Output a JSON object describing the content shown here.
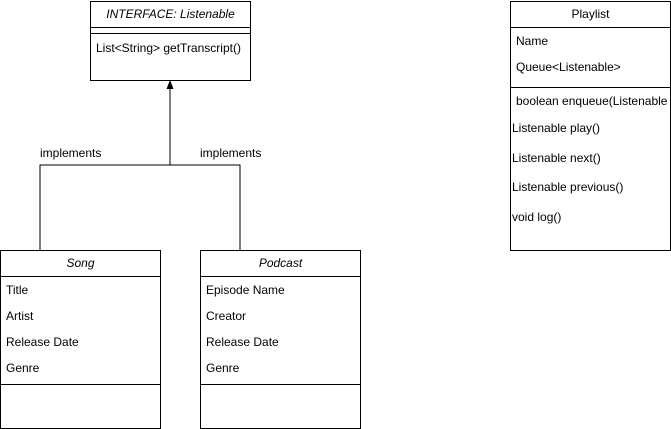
{
  "interface": {
    "title": "INTERFACE: Listenable",
    "methods": [
      "List<String> getTranscript()"
    ]
  },
  "playlist": {
    "title": "Playlist",
    "attributes": [
      "Name",
      "Queue<Listenable>"
    ],
    "methods": [
      "boolean enqueue(Listenable",
      "Listenable play()",
      "Listenable next()",
      "Listenable previous()",
      "void log()"
    ]
  },
  "song": {
    "title": "Song",
    "attributes": [
      "Title",
      "Artist",
      "Release Date",
      "Genre"
    ]
  },
  "podcast": {
    "title": "Podcast",
    "attributes": [
      "Episode Name",
      "Creator",
      "Release Date",
      "Genre"
    ]
  },
  "relations": {
    "song_label": "implements",
    "podcast_label": "implements"
  }
}
